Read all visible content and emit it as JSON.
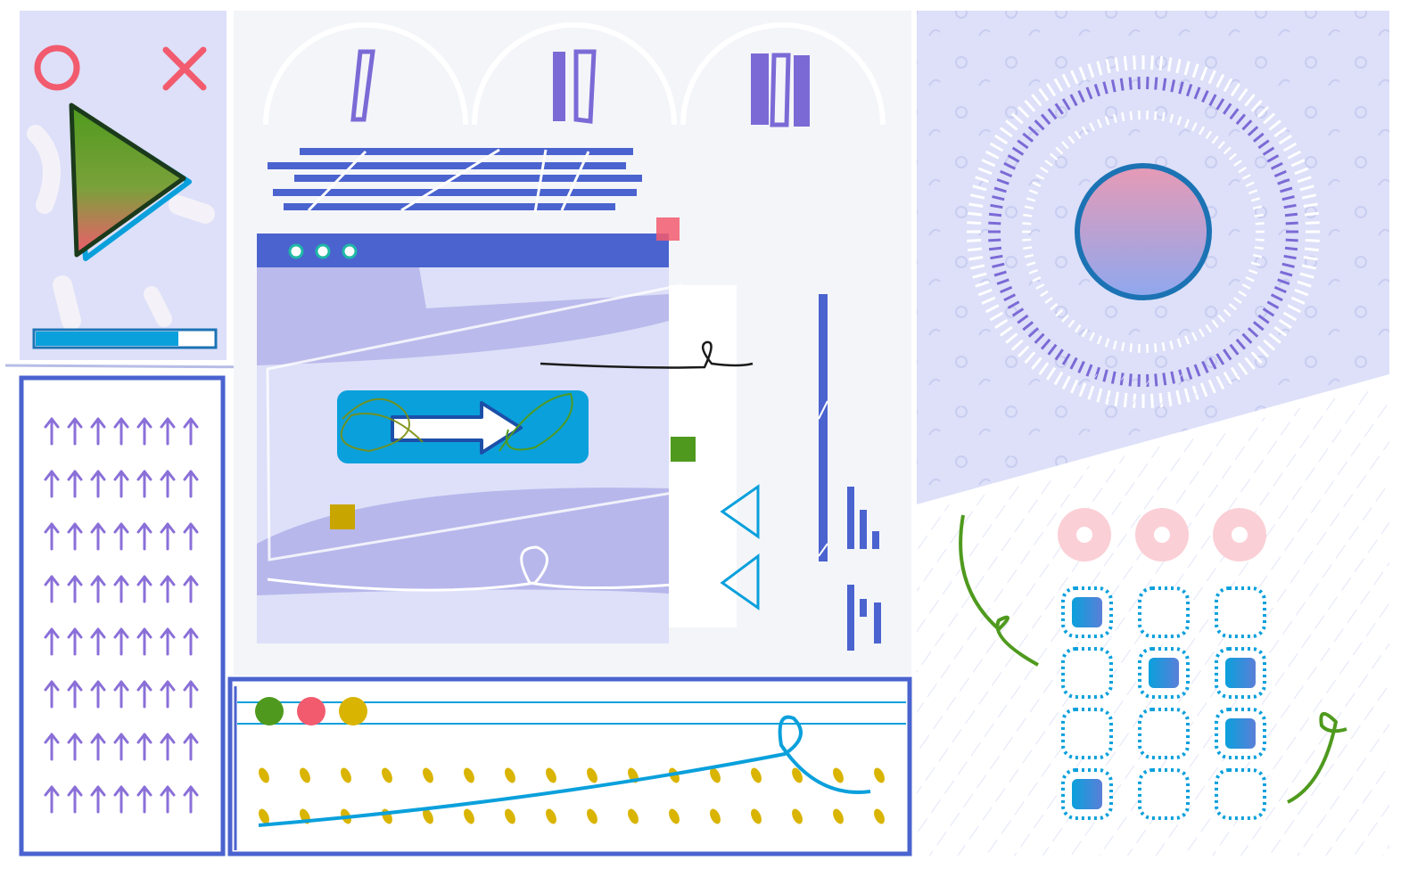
{
  "palette": {
    "panel_lavender": "#dde0f8",
    "panel_grey": "#f4f5f9",
    "royal_blue": "#4a63cf",
    "violet": "#7b6ad6",
    "sky_blue": "#0aa0dc",
    "coral": "#f25b6e",
    "pink_soft": "#fbcfd6",
    "green": "#4f9a1e",
    "mustard": "#d9b400",
    "teal": "#1fb8a6",
    "white": "#ffffff"
  },
  "media_card": {
    "close_glyph": "✕",
    "play_progress": 0.8
  },
  "arrow_grid": {
    "glyph": "↑",
    "rows": 8,
    "cols": 7
  },
  "browser_window": {
    "dots": [
      "#1fb8a6",
      "#1fb8a6",
      "#1fb8a6"
    ],
    "arrow_glyph": "⇨"
  },
  "sound_panel": {
    "dots": [
      "#4f9a1e",
      "#f25b6e",
      "#d9b400"
    ]
  },
  "toggle_grid": {
    "rings": 3,
    "cells": [
      [
        true,
        false,
        false
      ],
      [
        false,
        true,
        true
      ],
      [
        false,
        false,
        true
      ],
      [
        true,
        false,
        false
      ]
    ]
  },
  "icons": {
    "play": "play-icon",
    "close": "close-icon",
    "circle": "circle-icon",
    "arrow": "arrow-right-icon",
    "dial": "dial-icon"
  }
}
